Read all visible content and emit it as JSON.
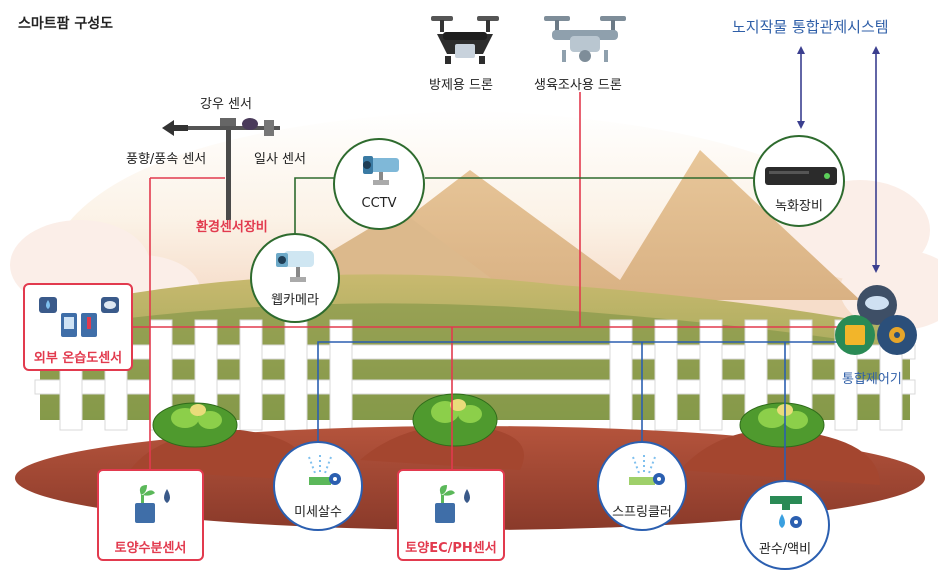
{
  "title": "스마트팜 구성도",
  "system": "노지작물 통합관제시스템",
  "drones": {
    "pest": "방제용 드론",
    "survey": "생육조사용 드론"
  },
  "weather": {
    "rain": "강우 센서",
    "wind": "풍향/풍속 센서",
    "sun": "일사 센서",
    "station": "환경센서장비"
  },
  "devices": {
    "cctv": "CCTV",
    "recorder": "녹화장비",
    "webcam": "웹카메라",
    "controller": "통합제어기",
    "external": "외부 온습도센서",
    "mist": "미세살수",
    "sprinkler": "스프링클러",
    "soil_moisture": "토양수분센서",
    "soil_ec": "토양EC/PH센서",
    "irrigation": "관수/액비"
  },
  "colors": {
    "red": "#e23a4e",
    "green": "#2e6b2e",
    "blue": "#2b5fb0",
    "navy": "#3b3f8f"
  }
}
